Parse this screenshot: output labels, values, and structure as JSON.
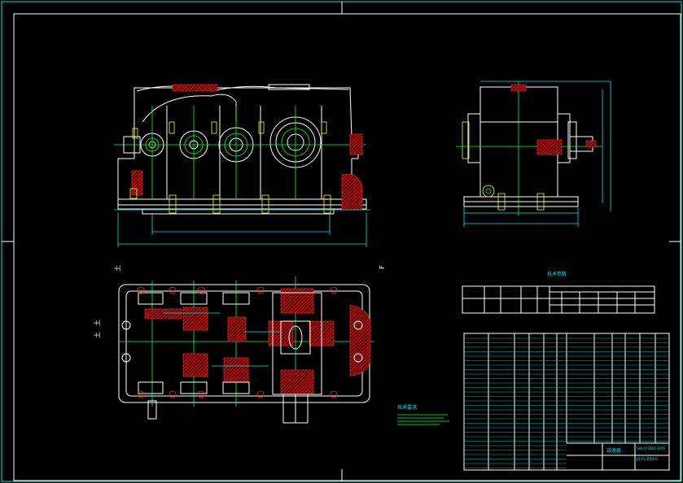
{
  "drawing": {
    "section_markers": {
      "left_top": "土",
      "left_mid_a": "土",
      "left_mid_b": "土",
      "right_mark": "F"
    },
    "tech_table_title": "技术参数",
    "tech_notes_title": "技术要求",
    "title_block": {
      "drawing_name": "减速器",
      "code_line_1": "SW-JY-ZB0-1/00",
      "code_line_2": "JS-FL-ZB0-0"
    },
    "colors": {
      "background": "#000000",
      "outline": "#ffffff",
      "dimension": "#00e5e5",
      "centerline": "#00ff40",
      "section_hatch": "#ff2020",
      "bolts": "#ffff00"
    }
  }
}
